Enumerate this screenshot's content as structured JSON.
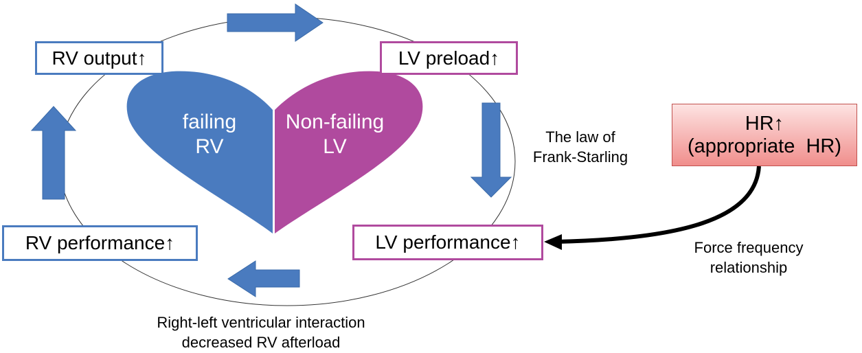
{
  "boxes": {
    "rv_output": "RV output↑",
    "lv_preload": "LV preload↑",
    "rv_performance": "RV performance↑",
    "lv_performance": "LV performance↑"
  },
  "heart": {
    "left_line1": "failing",
    "left_line2": "RV",
    "right_line1": "Non-failing",
    "right_line2": "LV"
  },
  "hr_box": {
    "line1": "HR↑",
    "line2": "(appropriate  HR)"
  },
  "labels": {
    "frank_starling_line1": "The law of",
    "frank_starling_line2": "Frank-Starling",
    "force_freq_line1": "Force frequency",
    "force_freq_line2": "relationship",
    "interaction_line1": "Right-left ventricular interaction",
    "interaction_line2": "decreased RV afterload"
  },
  "colors": {
    "rv_blue": "#4a7bbf",
    "lv_purple": "#b04a9e",
    "hr_fill": "#f4a3a1"
  }
}
